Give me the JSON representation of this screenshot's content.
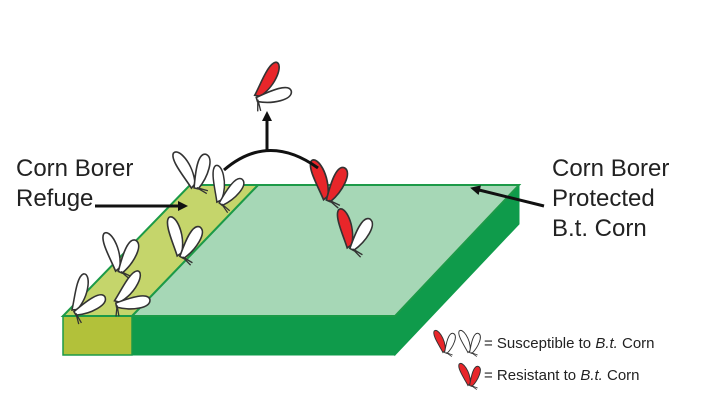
{
  "labels": {
    "refuge_line1": "Corn Borer",
    "refuge_line2": "Refuge",
    "protected_line1": "Corn Borer",
    "protected_line2": "Protected",
    "protected_line3": "B.t. Corn"
  },
  "legend": {
    "susceptible_prefix": "= Susceptible to ",
    "susceptible_bt": "B.t.",
    "susceptible_suffix": " Corn",
    "resistant_prefix": "= Resistant to ",
    "resistant_bt": "B.t.",
    "resistant_suffix": " Corn"
  },
  "colors": {
    "resistant_moth": "#e8262a",
    "susceptible_moth": "#ffffff",
    "refuge_top": "#c5d56b",
    "refuge_side": "#b2c13a",
    "bt_top": "#a6d7b6",
    "bt_side": "#0f9b4b",
    "outline": "#1c9a48"
  },
  "icons": [
    "moth-icon",
    "arrow-icon"
  ]
}
